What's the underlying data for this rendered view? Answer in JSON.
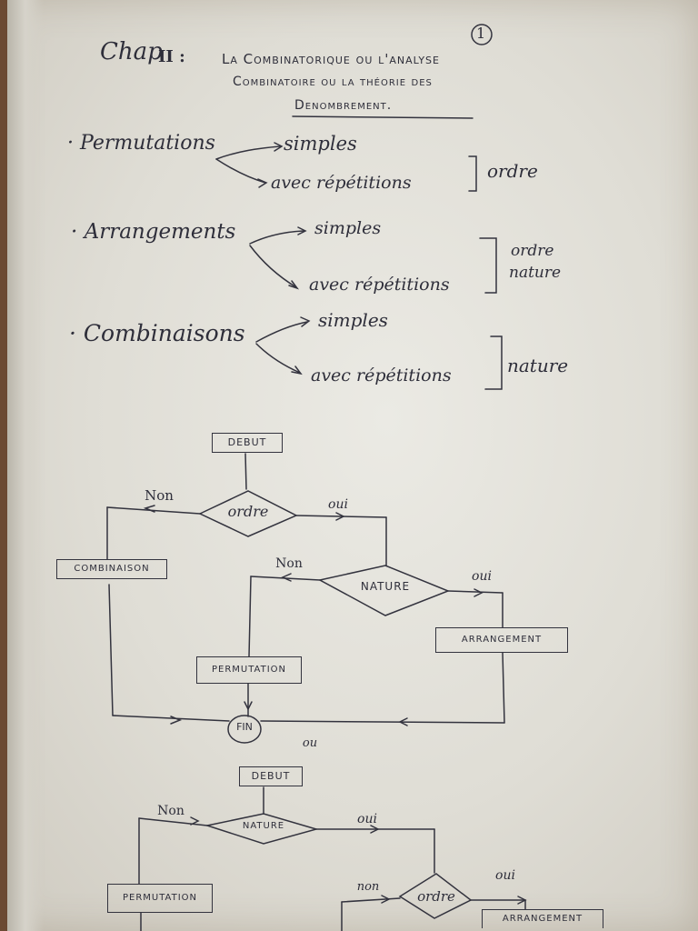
{
  "page_number": "1",
  "header": {
    "chap": "Chap",
    "chap_num": "II :",
    "title_line1": "La Combinatorique ou l'analyse",
    "title_line2": "Combinatoire ou la théorie des",
    "title_line3": "Denombrement."
  },
  "concepts": [
    {
      "name": "Permutations",
      "branch1": "simples",
      "branch2": "avec répétitions",
      "criteria": [
        "ordre"
      ]
    },
    {
      "name": "Arrangements",
      "branch1": "simples",
      "branch2": "avec répétitions",
      "criteria": [
        "ordre",
        "nature"
      ]
    },
    {
      "name": "Combinaisons",
      "branch1": "simples",
      "branch2": "avec répétitions",
      "criteria": [
        "nature"
      ]
    }
  ],
  "flowchart1": {
    "start": "DEBUT",
    "decision1": "ordre",
    "decision1_no": "Non",
    "decision1_yes": "oui",
    "combinaison": "COMBINAISON",
    "decision2": "NATURE",
    "decision2_no": "Non",
    "decision2_yes": "oui",
    "permutation": "PERMUTATION",
    "arrangement": "ARRANGEMENT",
    "end": "FIN"
  },
  "separator": "ou",
  "flowchart2": {
    "start": "DEBUT",
    "decision1": "NATURE",
    "decision1_no": "Non",
    "decision1_yes": "oui",
    "permutation": "PERMUTATION",
    "decision2": "ordre",
    "decision2_no": "non",
    "decision2_yes": "oui",
    "arrangement": "ARRANGEMENT"
  }
}
